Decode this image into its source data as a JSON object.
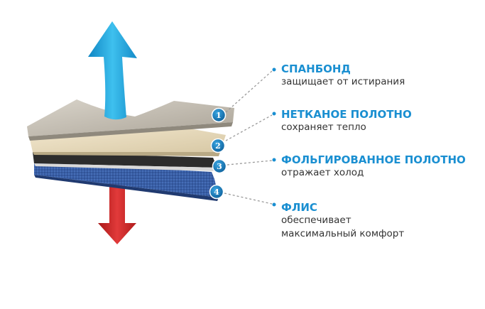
{
  "layers": [
    {
      "number": "1",
      "title": "СПАНБОНД",
      "lines": [
        "защищает от истирания"
      ]
    },
    {
      "number": "2",
      "title": "НЕТКАНОЕ ПОЛОТНО",
      "lines": [
        "сохраняет тепло"
      ]
    },
    {
      "number": "3",
      "title": "ФОЛЬГИРОВАННОЕ ПОЛОТНО",
      "lines": [
        "отражает холод"
      ]
    },
    {
      "number": "4",
      "title": "ФЛИС",
      "lines": [
        "обеспечивает",
        "максимальный комфорт"
      ]
    }
  ],
  "colors": {
    "accent": "#1a8fd1",
    "arrow_up": "#22a8e0",
    "arrow_down": "#d42a2a",
    "spunbond": "#c7c1b5",
    "nonwoven": "#e9dcc0",
    "foil": "#2c2c2c",
    "fleece": "#3a5fa8"
  },
  "icons": {
    "up_arrow": "up-arrow-icon",
    "down_arrow": "down-arrow-icon"
  }
}
